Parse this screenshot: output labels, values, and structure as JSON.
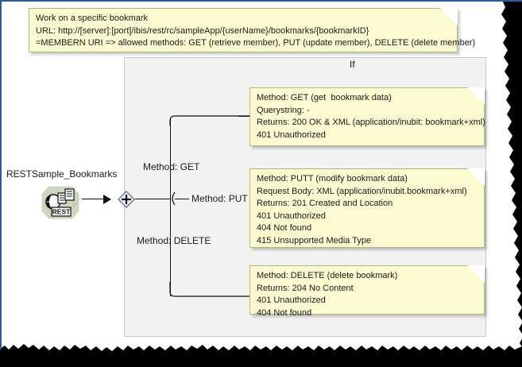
{
  "diagram": {
    "title_note": {
      "name": "header-note",
      "lines": [
        "Work on a specific bookmark",
        "URL: http://[server]:[port]/ibis/rest/rc/sampleApp/{userName}/bookmarks/{bookmarkID}",
        "=MEMBERN URI => allowed methods: GET (retrieve member), PUT (update member), DELETE (delete member)"
      ]
    },
    "module": {
      "label": "RESTSample_Bookmarks",
      "icon_name": "rest-connector-icon",
      "icon_caption": "REST"
    },
    "split": {
      "icon_name": "split-plus-icon",
      "symbol": "+"
    },
    "activity": {
      "label": "If"
    },
    "branches": [
      {
        "label": "Method: GET"
      },
      {
        "label": "Method: PUT"
      },
      {
        "label": "Method: DELETE"
      }
    ],
    "notes": [
      {
        "id": "get",
        "lines": [
          "Method: GET (get  bookmark data)",
          "Querystring: -",
          "Returns: 200 OK & XML (application/inubit: bookmark+xml)",
          "401 Unauthorized"
        ]
      },
      {
        "id": "put",
        "lines": [
          "Method: PUTT (modify bookmark data)",
          "Request Body: XML (application/inubit.bookmark+xml)",
          "Returns: 201 Created and Location",
          "401 Unauthorized",
          "404 Not found",
          "415 Unsupported Media Type"
        ]
      },
      {
        "id": "delete",
        "lines": [
          "Method: DELETE (delete bookmark)",
          "Returns: 204 No Content",
          "401 Unauthorized",
          "404 Not found"
        ]
      }
    ],
    "colors": {
      "note_background": "#fbfbd2",
      "note_border": "#b5b57a",
      "panel_background": "#f2f2f2",
      "panel_border": "#c8c8c8",
      "frame": "#2a5b9a",
      "wire": "#111111",
      "module_icon_background": "#ccd6c0"
    }
  }
}
